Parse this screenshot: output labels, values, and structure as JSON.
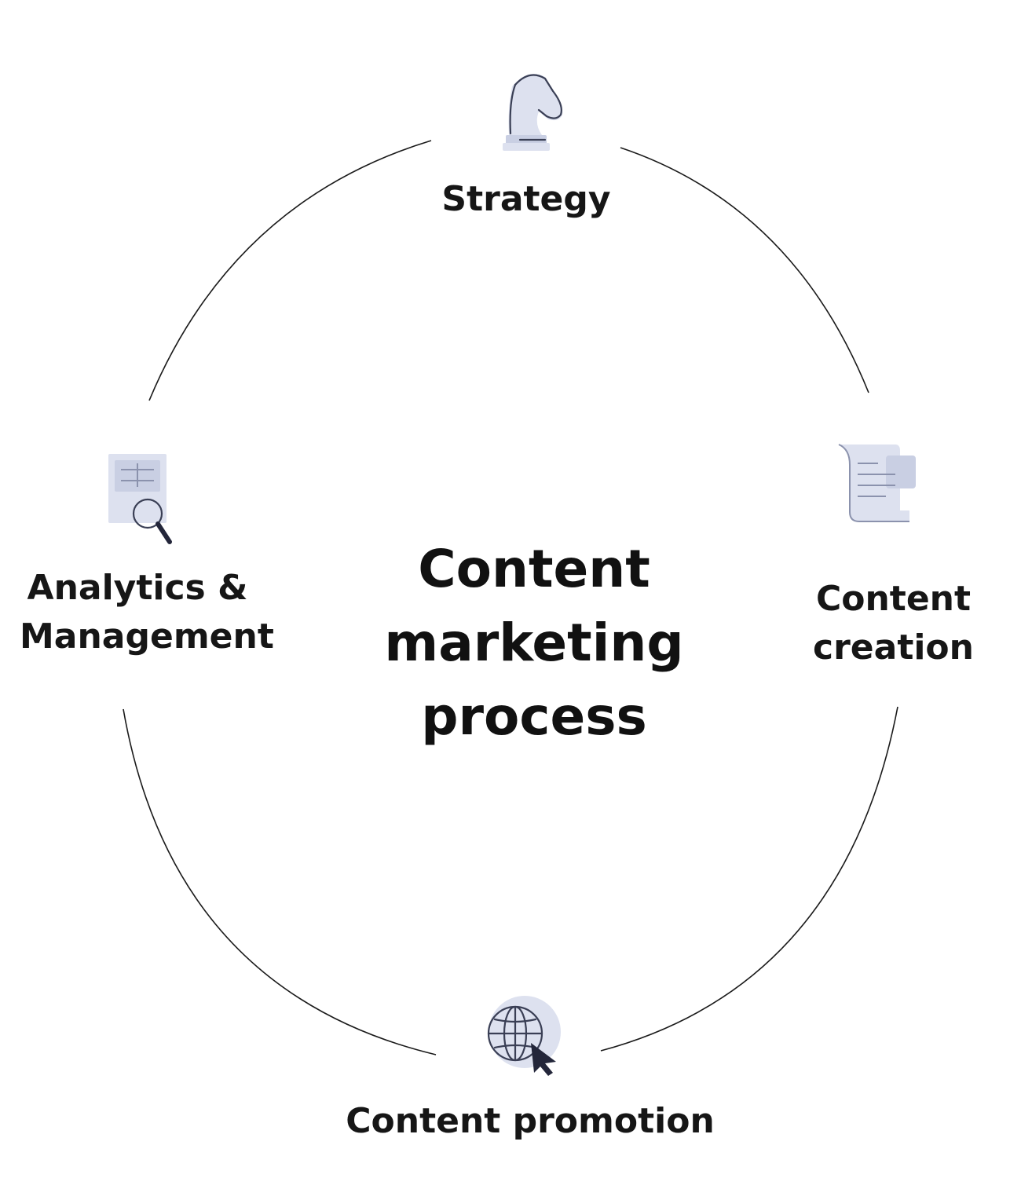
{
  "diagram": {
    "center_title": "Content marketing process",
    "steps": [
      {
        "label": "Strategy",
        "icon": "chess-knight-icon"
      },
      {
        "label": "Content creation",
        "icon": "document-scroll-icon"
      },
      {
        "label": "Content promotion",
        "icon": "globe-cursor-icon"
      },
      {
        "label": "Analytics & Management",
        "icon": "report-magnifier-icon"
      }
    ],
    "colors": {
      "icon_fill": "#dde1ef",
      "icon_outline": "#3a3f55",
      "cycle_line": "#1a1a1a",
      "text": "#161616"
    }
  }
}
